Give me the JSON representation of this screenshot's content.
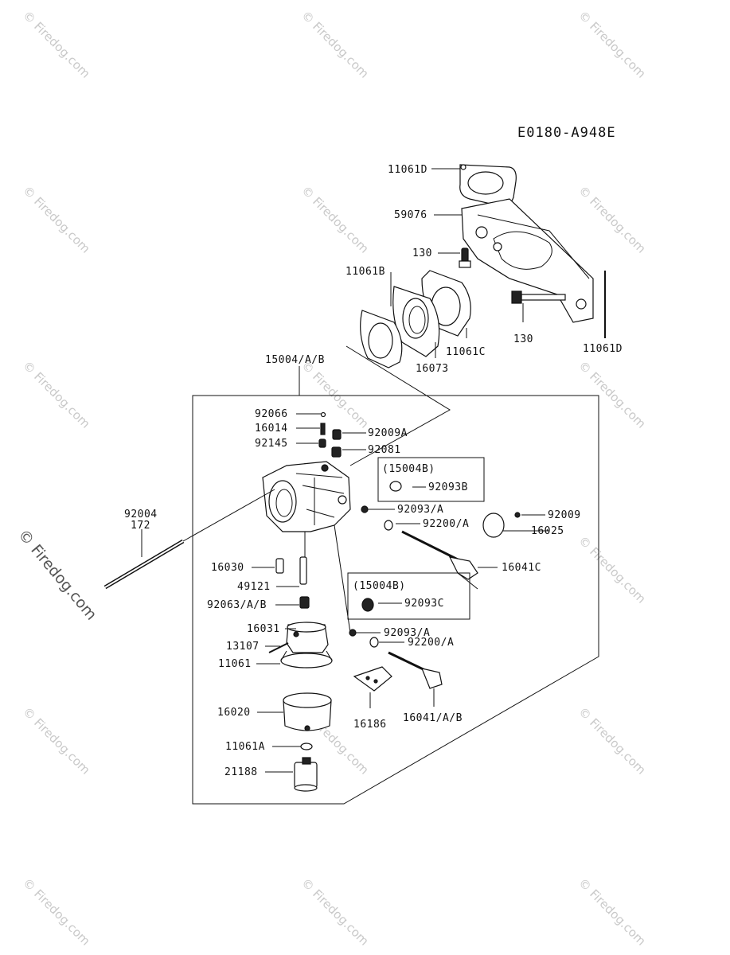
{
  "diagram_code": "E0180-A948E",
  "watermark": "© Firedog.com",
  "labels": {
    "l_11061D_top": "11061D",
    "l_59076": "59076",
    "l_130_a": "130",
    "l_11061B": "11061B",
    "l_11061C": "11061C",
    "l_16073": "16073",
    "l_130_b": "130",
    "l_11061D_right": "11061D",
    "l_15004": "15004/A/B",
    "l_92066": "92066",
    "l_16014": "16014",
    "l_92145": "92145",
    "l_92009A": "92009A",
    "l_92081": "92081",
    "l_15004B_1": "(15004B)",
    "l_92093B": "92093B",
    "l_92004": "92004",
    "l_172": "172",
    "l_92093A_1": "92093/A",
    "l_92009": "92009",
    "l_92200A_1": "92200/A",
    "l_16025": "16025",
    "l_16030": "16030",
    "l_16041C": "16041C",
    "l_49121": "49121",
    "l_15004B_2": "(15004B)",
    "l_92093C": "92093C",
    "l_92063": "92063/A/B",
    "l_16031": "16031",
    "l_92093A_2": "92093/A",
    "l_13107": "13107",
    "l_92200A_2": "92200/A",
    "l_11061": "11061",
    "l_16020": "16020",
    "l_16186": "16186",
    "l_16041AB": "16041/A/B",
    "l_11061A": "11061A",
    "l_21188": "21188"
  }
}
